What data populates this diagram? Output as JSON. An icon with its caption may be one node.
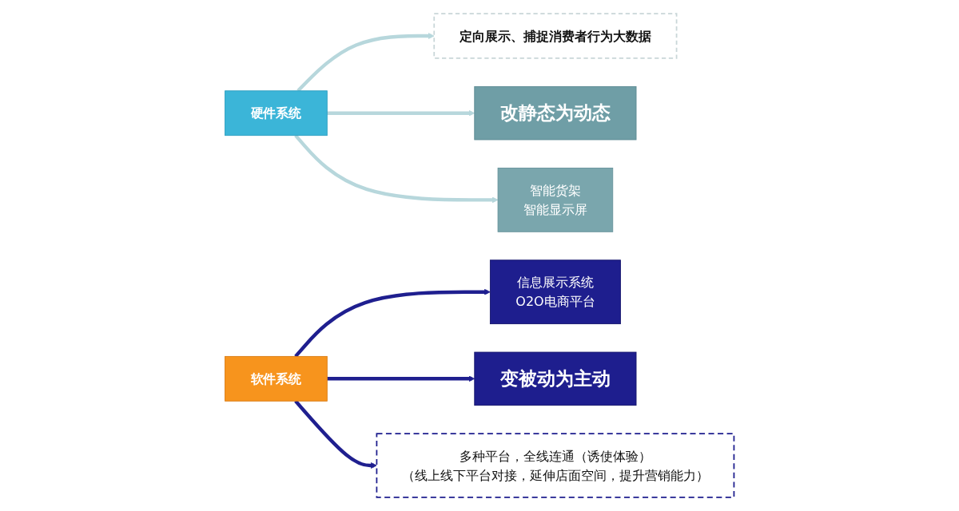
{
  "diagram": {
    "nodes": [
      {
        "text": [
          "定向展示、捕捉消费者行为大数据"
        ]
      },
      {
        "text": [
          "改静态为动态"
        ]
      },
      {
        "text": [
          "硬件系统"
        ]
      },
      {
        "text": [
          "智能货架",
          "智能显示屏"
        ]
      },
      {
        "text": [
          "软件系统"
        ]
      },
      {
        "text": [
          "信息展示系统",
          "O2O电商平台"
        ]
      },
      {
        "text": [
          "变被动为主动"
        ]
      },
      {
        "text": [
          "多种平台，全线连通（诱使体验）",
          "（线上线下平台对接，延伸店面空间，提升营销能力）"
        ]
      }
    ],
    "edges": [
      {
        "from": 2,
        "to": 0,
        "arrow": "to",
        "color": "#b7d7dc"
      },
      {
        "from": 2,
        "to": 1,
        "arrow": "to",
        "color": "#b7d7dc"
      },
      {
        "from": 2,
        "to": 3,
        "arrow": "to",
        "color": "#b7d7dc"
      },
      {
        "from": 4,
        "to": 5,
        "arrow": "to",
        "color": "#1f1f8f"
      },
      {
        "from": 4,
        "to": 6,
        "arrow": "to",
        "color": "#1f1f8f"
      },
      {
        "from": 4,
        "to": 7,
        "arrow": "to",
        "color": "#1f1f8f"
      }
    ]
  }
}
